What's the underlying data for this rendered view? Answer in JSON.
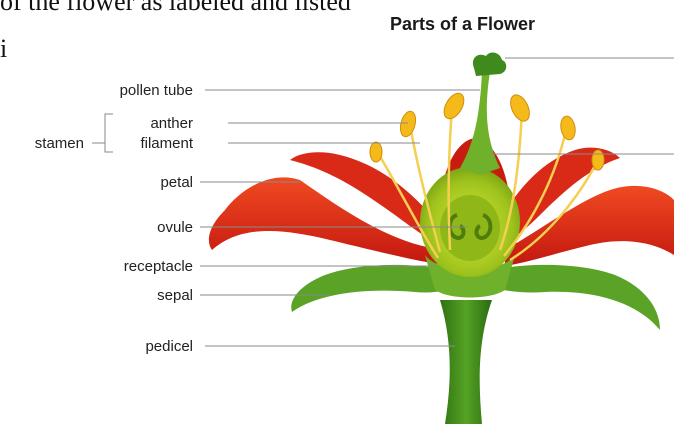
{
  "header_fragment": "of the flower as labeled and listed",
  "header_fragment_2": "i",
  "title": "Parts of a Flower",
  "labels": {
    "pollen_tube": "pollen tube",
    "anther": "anther",
    "stamen": "stamen",
    "filament": "filament",
    "petal": "petal",
    "ovule": "ovule",
    "receptacle": "receptacle",
    "sepal": "sepal",
    "pedicel": "pedicel"
  },
  "colors": {
    "petal": "#e0271a",
    "petal_dark": "#b5150e",
    "sepal": "#5aa326",
    "stem": "#3f8a1c",
    "ovary": "#a7cc1e",
    "anther": "#f5b91a",
    "filament": "#f4cf52"
  }
}
